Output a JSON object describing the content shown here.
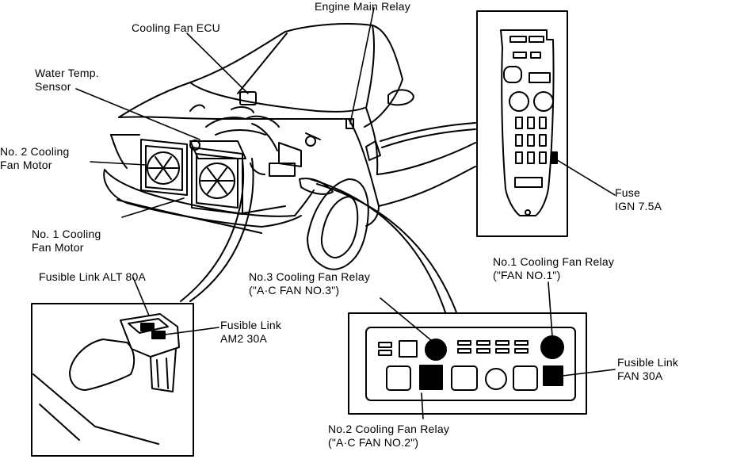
{
  "labels": {
    "engine_main_relay": "Engine Main Relay",
    "cooling_fan_ecu": "Cooling Fan ECU",
    "water_temp_sensor": [
      "Water Temp.",
      "Sensor"
    ],
    "no2_cooling_fan_motor": [
      "No. 2 Cooling",
      "Fan Motor"
    ],
    "no1_cooling_fan_motor": [
      "No. 1 Cooling",
      "Fan Motor"
    ],
    "fusible_link_alt": "Fusible Link ALT 80A",
    "fusible_link_am2": [
      "Fusible Link",
      "AM2 30A"
    ],
    "fuse_ign": [
      "Fuse",
      "IGN 7.5A"
    ],
    "no3_cooling_fan_relay": [
      "No.3 Cooling Fan Relay",
      "(\"A·C FAN NO.3\")"
    ],
    "no1_cooling_fan_relay": [
      "No.1 Cooling Fan Relay",
      "(\"FAN NO.1\")"
    ],
    "fusible_link_fan": [
      "Fusible Link",
      "FAN 30A"
    ],
    "no2_cooling_fan_relay": [
      "No.2 Cooling Fan Relay",
      "(\"A·C FAN NO.2\")"
    ]
  },
  "colors": {
    "ink": "#000000",
    "paper": "#ffffff"
  }
}
